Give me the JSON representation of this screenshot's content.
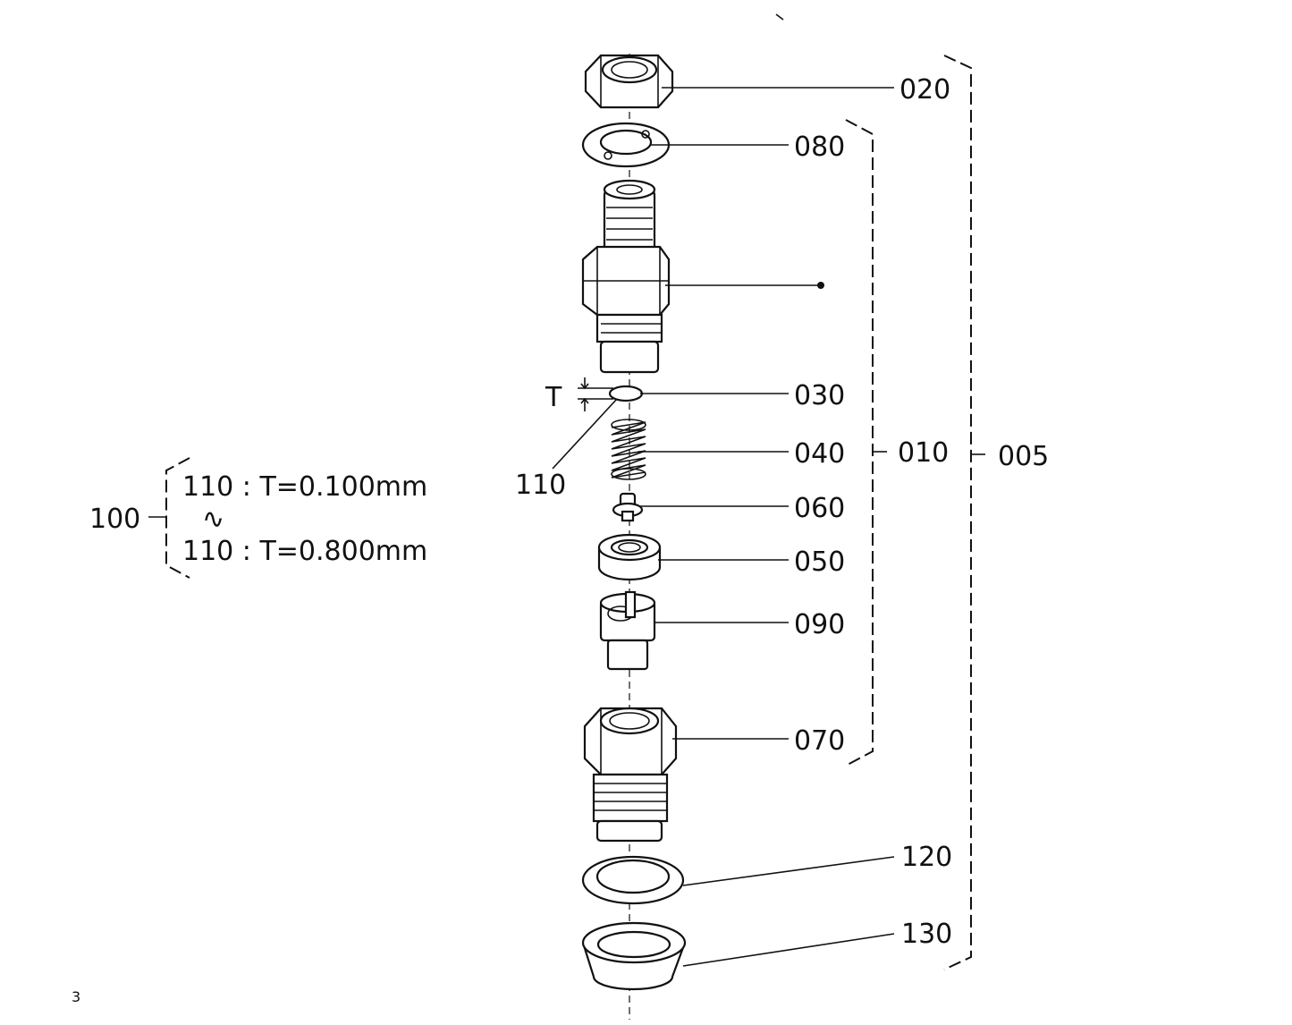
{
  "labels": {
    "p005": "005",
    "p010": "010",
    "p020": "020",
    "p030": "030",
    "p040": "040",
    "p050": "050",
    "p060": "060",
    "p070": "070",
    "p080": "080",
    "p090": "090",
    "p100": "100",
    "p110": "110",
    "p120": "120",
    "p130": "130",
    "thickness_symbol": "T",
    "shim_option_first": "110 : T=0.100mm",
    "shim_range_symbol": "∿",
    "shim_option_last": "110 : T=0.800mm",
    "corner_mark": "3"
  }
}
